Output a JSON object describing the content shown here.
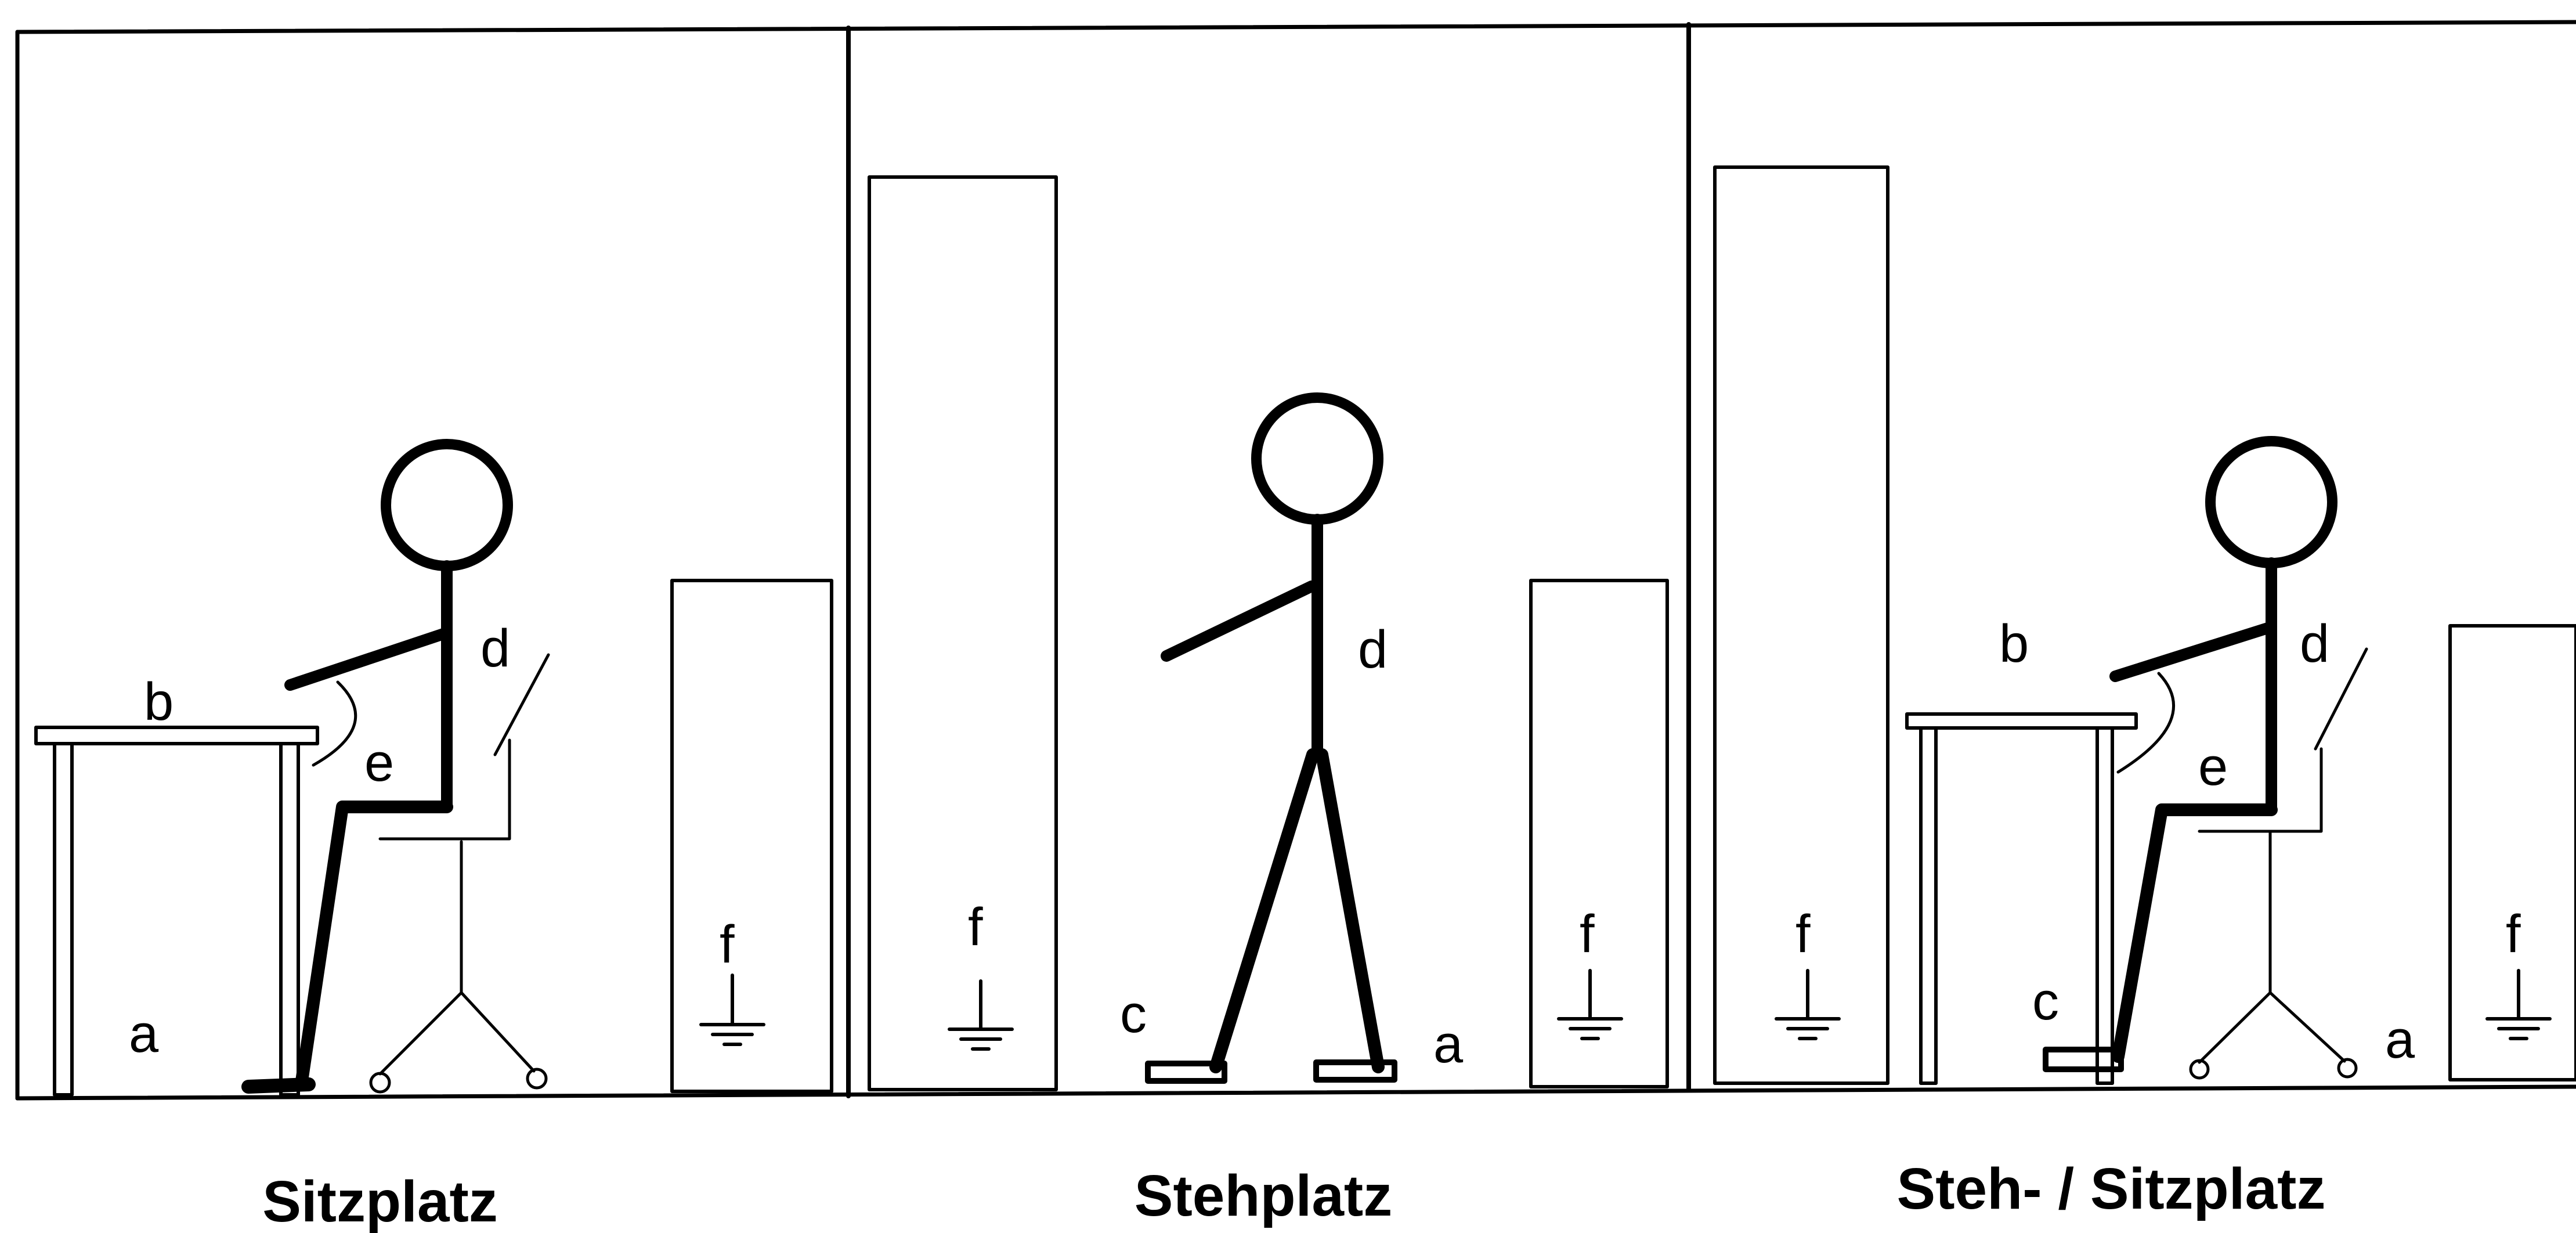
{
  "panels": [
    {
      "title": "Sitzplatz",
      "labels": {
        "a": "a",
        "b": "b",
        "d": "d",
        "e": "e",
        "f": "f"
      }
    },
    {
      "title": "Stehplatz",
      "labels": {
        "f_left": "f",
        "c": "c",
        "d": "d",
        "a": "a",
        "f_right": "f"
      }
    },
    {
      "title": "Steh- / Sitzplatz",
      "labels": {
        "f_left": "f",
        "b": "b",
        "c": "c",
        "d": "d",
        "e": "e",
        "a": "a",
        "f_right": "f"
      }
    }
  ],
  "symbols": {
    "ground": "ground-symbol"
  }
}
